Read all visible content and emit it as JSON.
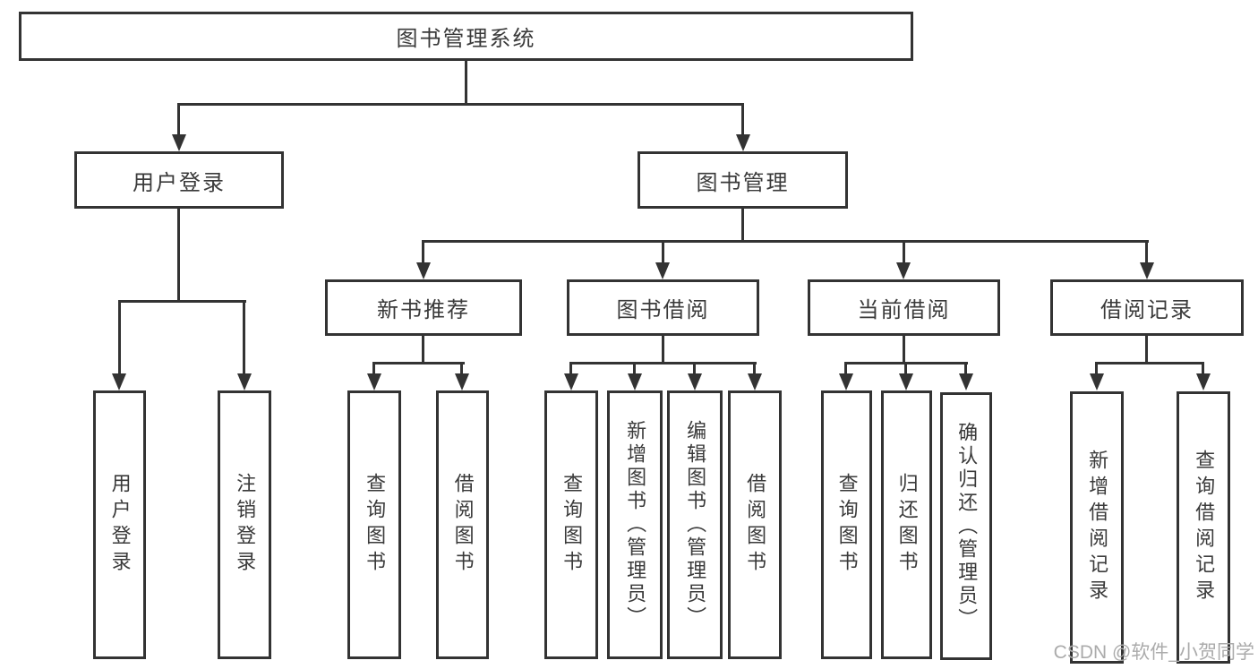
{
  "tree": {
    "root": {
      "label": "图书管理系统"
    },
    "branches": [
      {
        "label": "用户登录",
        "children": [
          {
            "label": "用户登录"
          },
          {
            "label": "注销登录"
          }
        ]
      },
      {
        "label": "图书管理",
        "children": [
          {
            "label": "新书推荐",
            "children": [
              {
                "label": "查询图书"
              },
              {
                "label": "借阅图书"
              }
            ]
          },
          {
            "label": "图书借阅",
            "children": [
              {
                "label": "查询图书"
              },
              {
                "label": "新增图书（管理员）"
              },
              {
                "label": "编辑图书（管理员）"
              },
              {
                "label": "借阅图书"
              }
            ]
          },
          {
            "label": "当前借阅",
            "children": [
              {
                "label": "查询图书"
              },
              {
                "label": "归还图书"
              },
              {
                "label": "确认归还（管理员）"
              }
            ]
          },
          {
            "label": "借阅记录",
            "children": [
              {
                "label": "新增借阅记录"
              },
              {
                "label": "查询借阅记录"
              }
            ]
          }
        ]
      }
    ]
  },
  "watermark": "CSDN @软件_小贺同学",
  "colors": {
    "line": "#333333",
    "text": "#3a3a3a",
    "background": "#ffffff",
    "watermark": "#ababab"
  }
}
